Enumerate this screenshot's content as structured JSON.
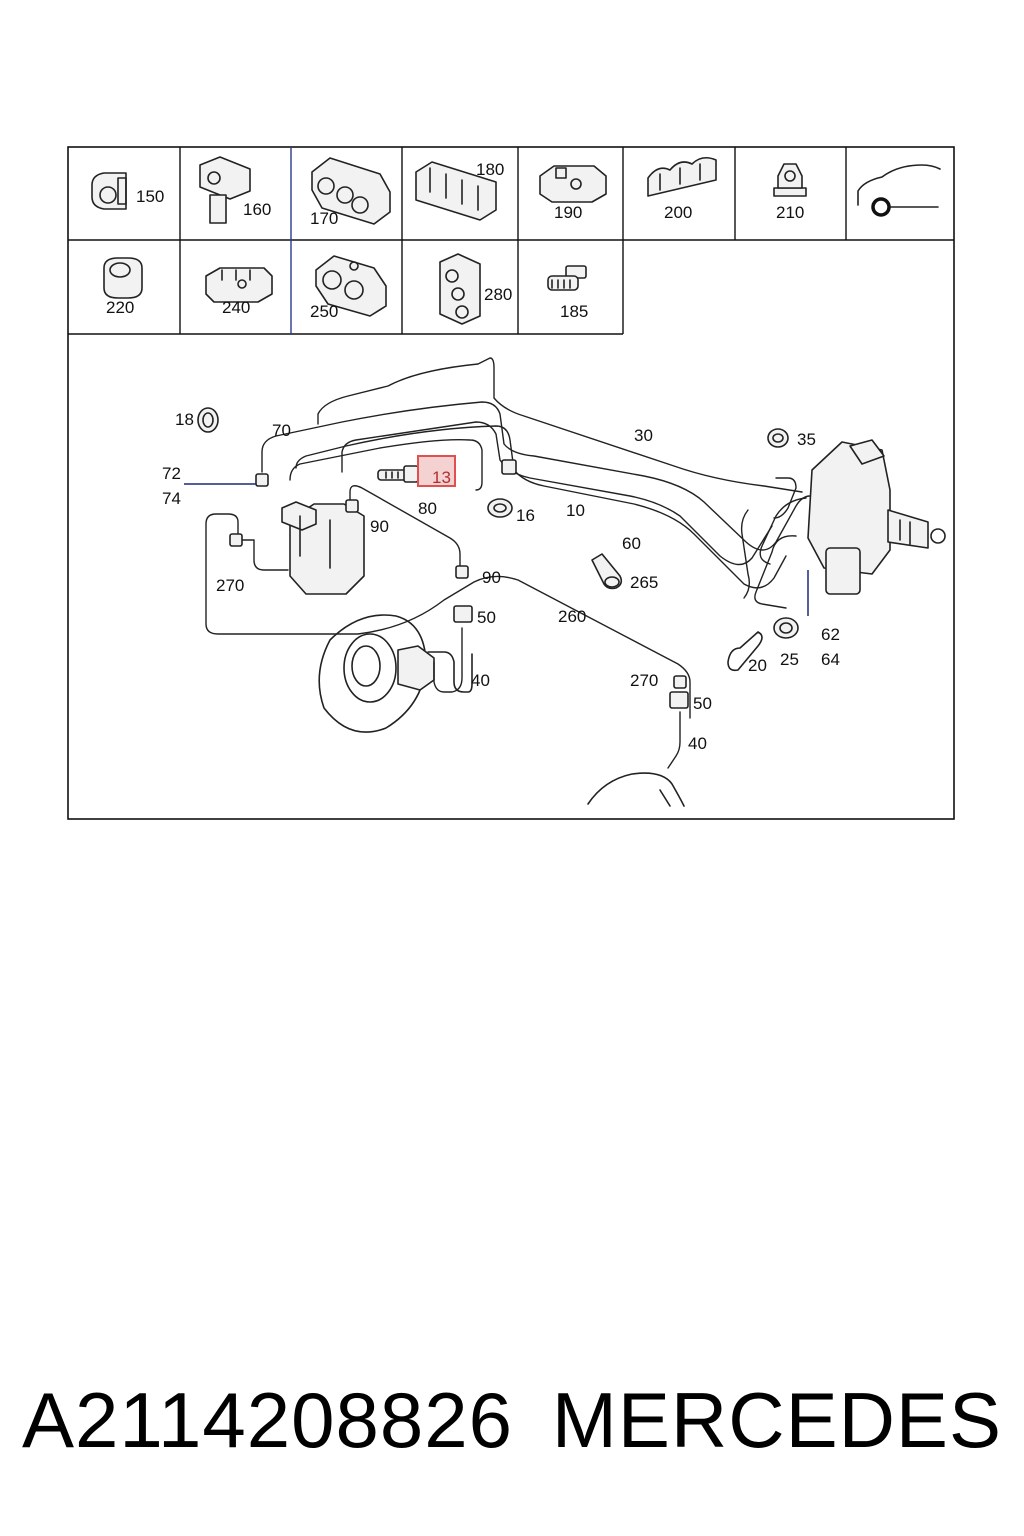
{
  "catalog": {
    "part_number": "A2114208826",
    "brand": "MERCEDES"
  },
  "legend": [
    {
      "label": "150"
    },
    {
      "label": "160"
    },
    {
      "label": "170"
    },
    {
      "label": "180"
    },
    {
      "label": "190"
    },
    {
      "label": "200"
    },
    {
      "label": "210"
    },
    {
      "label": "220"
    },
    {
      "label": "240"
    },
    {
      "label": "250"
    },
    {
      "label": "280"
    },
    {
      "label": "185"
    }
  ],
  "callouts": [
    {
      "label": "18"
    },
    {
      "label": "70"
    },
    {
      "label": "72"
    },
    {
      "label": "74"
    },
    {
      "label": "13"
    },
    {
      "label": "80"
    },
    {
      "label": "90"
    },
    {
      "label": "16"
    },
    {
      "label": "10"
    },
    {
      "label": "30"
    },
    {
      "label": "35"
    },
    {
      "label": "60"
    },
    {
      "label": "270"
    },
    {
      "label": "90"
    },
    {
      "label": "265"
    },
    {
      "label": "50"
    },
    {
      "label": "260"
    },
    {
      "label": "40"
    },
    {
      "label": "62"
    },
    {
      "label": "64"
    },
    {
      "label": "20"
    },
    {
      "label": "25"
    },
    {
      "label": "270"
    },
    {
      "label": "50"
    },
    {
      "label": "40"
    }
  ],
  "highlight": {
    "label": "13",
    "color": "#e05050"
  }
}
